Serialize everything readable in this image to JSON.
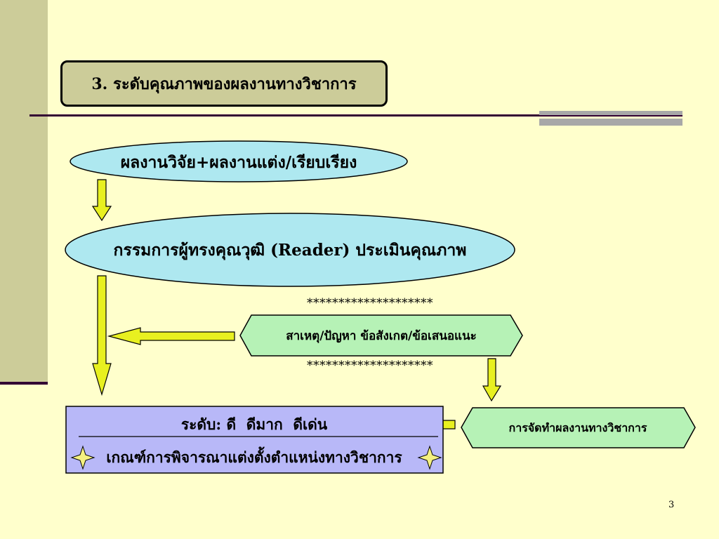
{
  "slide": {
    "title": "3. ระดับคุณภาพของผลงานทางวิชาการ",
    "page_number": "3"
  },
  "flow": {
    "step1": "ผลงานวิจัย+ผลงานแต่ง/เรียบเรียง",
    "step2": "กรรมการผู้ทรงคุณวุฒิ (Reader) ประเมินคุณภาพ",
    "feedback": "สาเหตุ/ปัญหา ข้อสังเกต/ข้อเสนอแนะ",
    "stars_top": "********************",
    "stars_bottom": "********************",
    "revise": "การจัดทำผลงานทางวิชาการ",
    "levels": "ระดับ: ดี  ดีมาก  ดีเด่น",
    "criteria": "เกณฑ์การพิจารณาแต่งตั้งตำแหน่งทางวิชาการ"
  },
  "colors": {
    "background": "#ffffcc",
    "sidebar": "#cccc99",
    "ellipse_fill": "#aee8f0",
    "hexagon_fill": "#b6f2b6",
    "levels_fill": "#b8b8f8",
    "arrow_fill": "#e8f020"
  }
}
